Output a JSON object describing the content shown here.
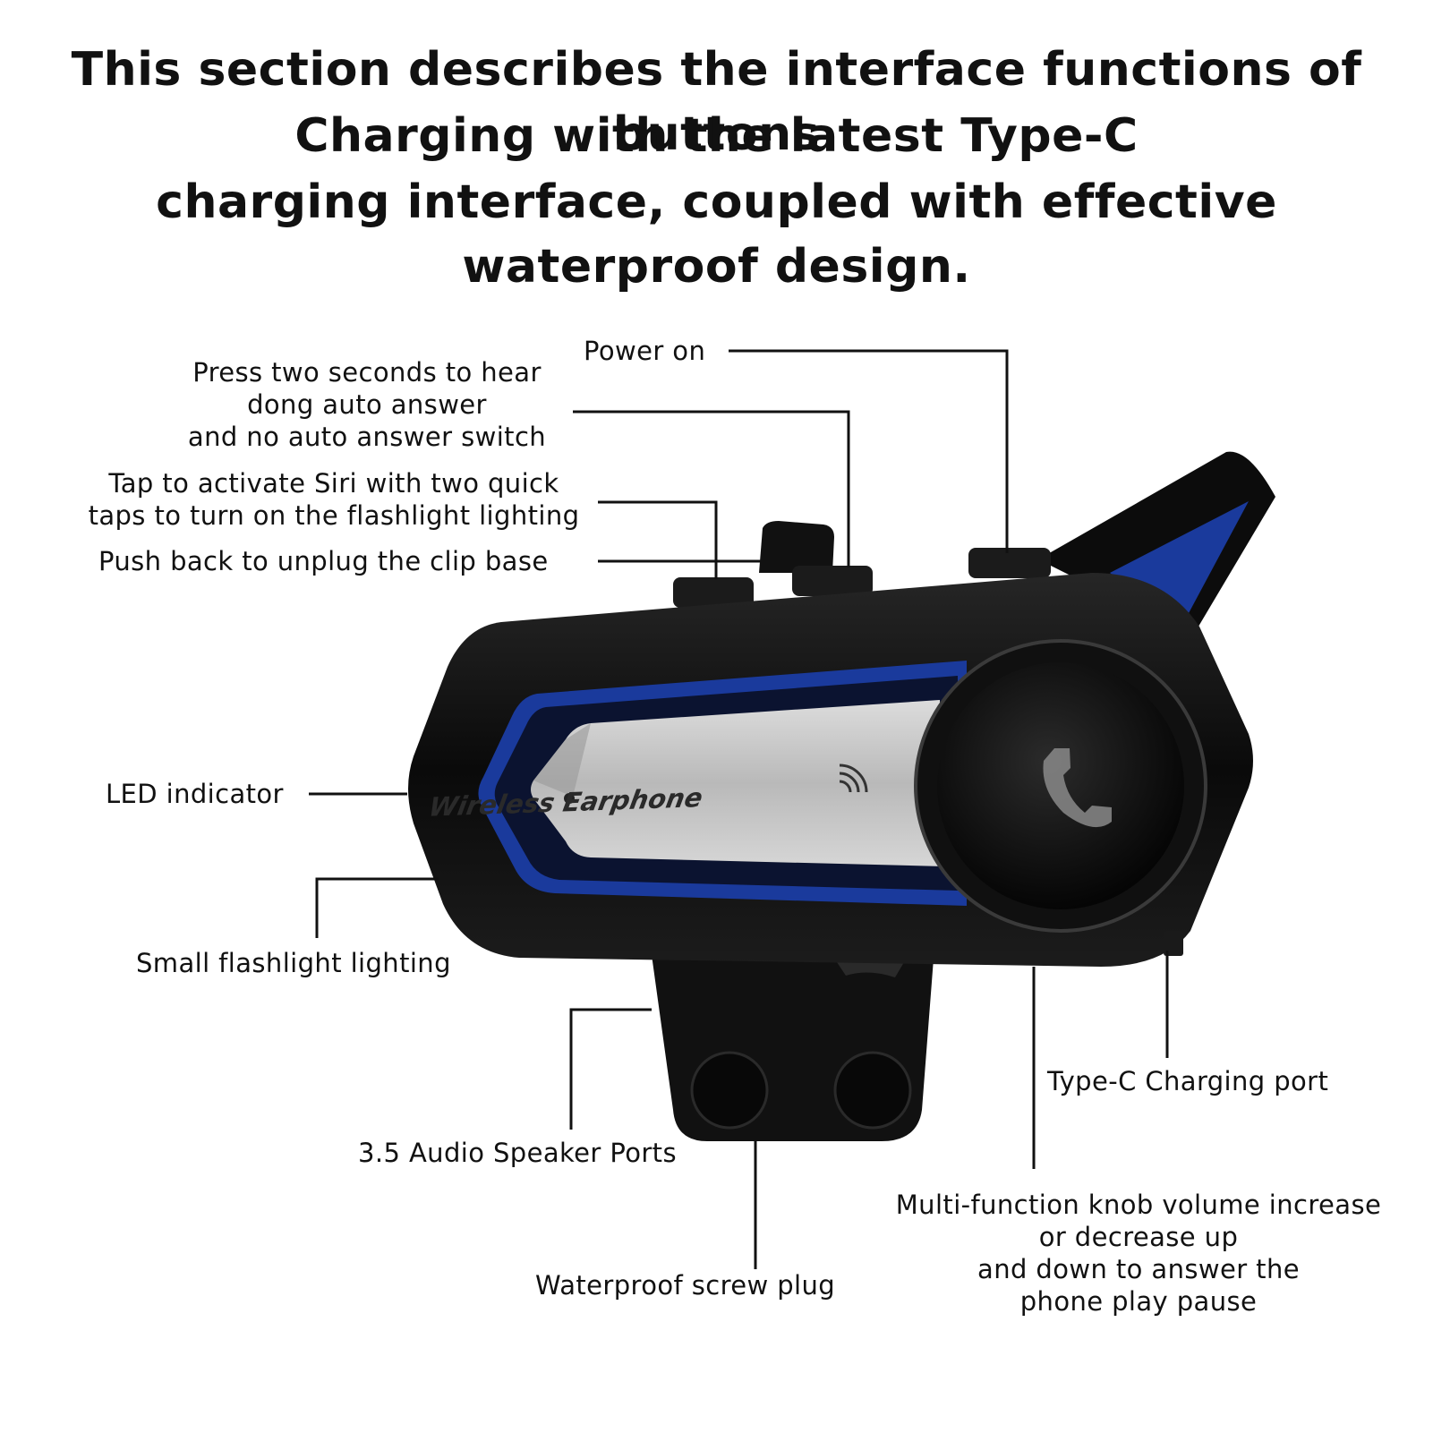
{
  "heading": {
    "line1": "This section describes the interface functions of buttons",
    "line2": "Charging with the latest Type-C",
    "line3": "charging interface, coupled with effective",
    "line4": "waterproof design."
  },
  "device": {
    "brand_text": "Wireless Earphone",
    "colors": {
      "body": "#0d0d0d",
      "accent": "#1a3a9c",
      "panel": "#c4c4c4",
      "knob": "#151515"
    },
    "icons": [
      "phone-icon",
      "wireless-signal-icon"
    ]
  },
  "callouts": {
    "power_on": "Power on",
    "auto_answer": [
      "Press two seconds to hear",
      "dong auto answer",
      "and no auto answer switch"
    ],
    "siri": [
      "Tap to activate Siri with two quick",
      "taps to turn on the flashlight lighting"
    ],
    "clip_base": "Push back to unplug the clip base",
    "led": "LED indicator",
    "flashlight": "Small flashlight lighting",
    "audio_ports": "3.5 Audio Speaker Ports",
    "screw_plug": "Waterproof screw plug",
    "type_c": "Type-C Charging port",
    "knob": [
      "Multi-function knob volume increase",
      "or decrease up",
      "and down to answer the",
      "phone play pause"
    ]
  }
}
